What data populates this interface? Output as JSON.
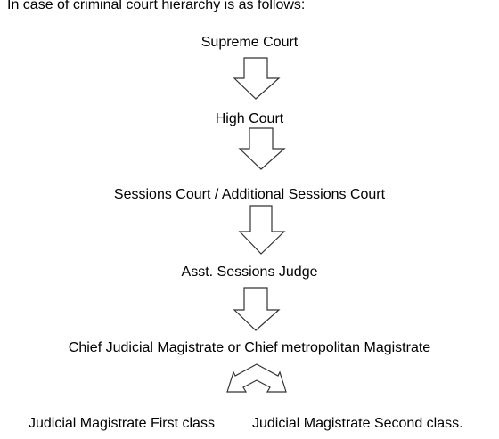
{
  "intro": "In case of criminal court hierarchy is as follows:",
  "levels": [
    "Supreme Court",
    "High Court",
    "Sessions Court / Additional Sessions Court",
    "Asst. Sessions Judge",
    "Chief Judicial Magistrate or Chief metropolitan Magistrate"
  ],
  "branches": [
    "Judicial Magistrate First class",
    "Judicial Magistrate Second class."
  ],
  "colors": {
    "text": "#000000",
    "arrow_stroke": "#333333",
    "background": "#ffffff"
  }
}
